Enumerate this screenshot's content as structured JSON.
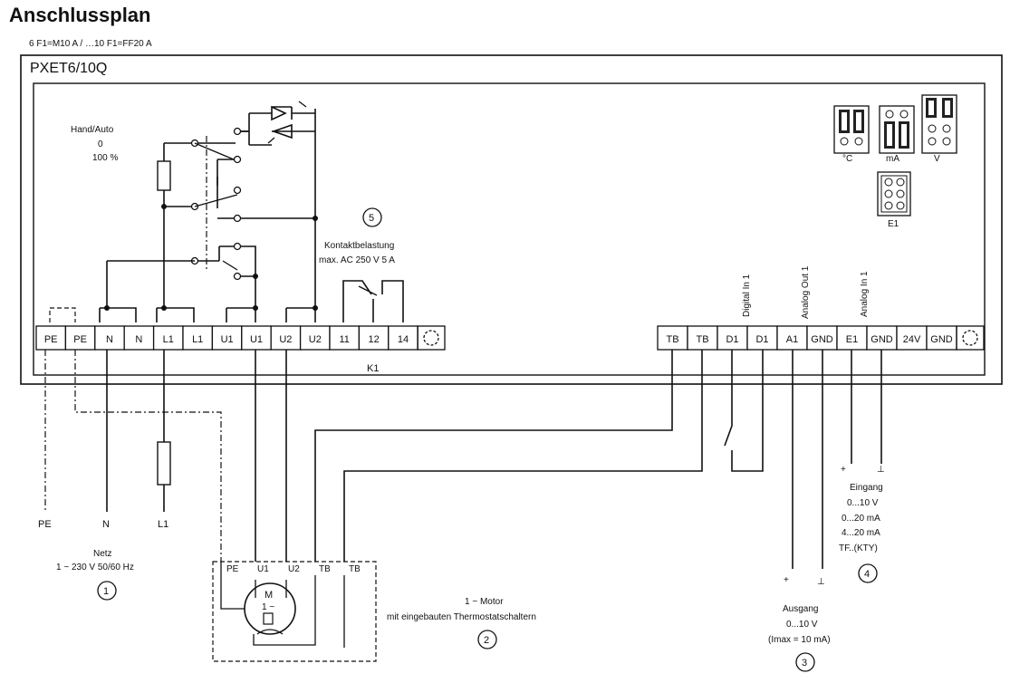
{
  "header": {
    "title": "Anschlussplan",
    "subtitle": "6 F1=M10 A / …10 F1=FF20 A"
  },
  "device": {
    "model": "PXET6/10Q",
    "relay_label": "K1",
    "relay_number": "5",
    "relay_text_1": "Kontaktbelastung",
    "relay_text_2": "max. AC 250 V 5 A",
    "hand_auto": [
      "Hand/Auto",
      "0",
      "100 %"
    ]
  },
  "terminals_left": [
    "PE",
    "PE",
    "N",
    "N",
    "L1",
    "L1",
    "U1",
    "U1",
    "U2",
    "U2",
    "11",
    "12",
    "14"
  ],
  "terminals_right": [
    "TB",
    "TB",
    "D1",
    "D1",
    "A1",
    "GND",
    "E1",
    "GND",
    "24V",
    "GND"
  ],
  "vertical_labels": [
    "Digital In 1",
    "Analog Out 1",
    "Analog In 1"
  ],
  "jumpers": {
    "c": "°C",
    "ma": "mA",
    "v": "V",
    "e1": "E1"
  },
  "mains": {
    "pe": "PE",
    "n": "N",
    "l1": "L1",
    "title": "Netz",
    "spec": "1 ~ 230 V 50/60 Hz",
    "number": "1"
  },
  "motor": {
    "terminals": [
      "PE",
      "U1",
      "U2",
      "TB",
      "TB"
    ],
    "symbol": "M",
    "symbol_sub": "1 ~",
    "text_1": "1 ~ Motor",
    "text_2": "mit eingebauten Thermostatschaltern",
    "number": "2"
  },
  "output": {
    "plus": "+",
    "minus": "⊥",
    "title": "Ausgang",
    "range": "0...10 V",
    "imax": "(Imax = 10 mA)",
    "number": "3"
  },
  "input": {
    "plus": "+",
    "minus": "⊥",
    "title": "Eingang",
    "ranges": [
      "0...10 V",
      "0...20 mA",
      "4...20 mA",
      "TF..(KTY)"
    ],
    "number": "4"
  }
}
